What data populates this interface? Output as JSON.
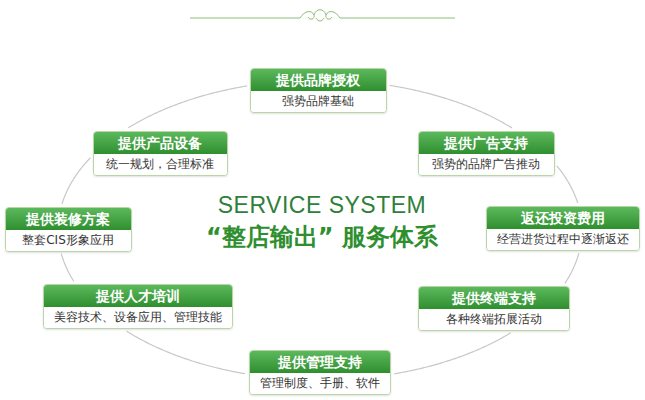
{
  "diagram": {
    "title": "“整店输出” 服务体系",
    "nodes": [
      {
        "text": [
          "提供品牌授权",
          "强势品牌基础"
        ]
      },
      {
        "text": [
          "提供广告支持",
          "强势的品牌广告推动"
        ]
      },
      {
        "text": [
          "返还投资费用",
          "经营进货过程中逐渐返还"
        ]
      },
      {
        "text": [
          "提供终端支持",
          "各种终端拓展活动"
        ]
      },
      {
        "text": [
          "提供管理支持",
          "管理制度、手册、软件"
        ]
      },
      {
        "text": [
          "提供人才培训",
          "美容技术、设备应用、管理技能"
        ]
      },
      {
        "text": [
          "提供装修方案",
          "整套CIS形象应用"
        ]
      },
      {
        "text": [
          "提供产品设备",
          "统一规划，合理标准"
        ]
      }
    ],
    "edges": [
      {
        "from": 0,
        "to": 1,
        "arrow": "none"
      },
      {
        "from": 1,
        "to": 2,
        "arrow": "none"
      },
      {
        "from": 2,
        "to": 3,
        "arrow": "none"
      },
      {
        "from": 3,
        "to": 4,
        "arrow": "none"
      },
      {
        "from": 4,
        "to": 5,
        "arrow": "none"
      },
      {
        "from": 5,
        "to": 6,
        "arrow": "none"
      },
      {
        "from": 6,
        "to": 7,
        "arrow": "none"
      },
      {
        "from": 7,
        "to": 0,
        "arrow": "none"
      }
    ],
    "labels": [
      "SERVICE SYSTEM"
    ]
  }
}
